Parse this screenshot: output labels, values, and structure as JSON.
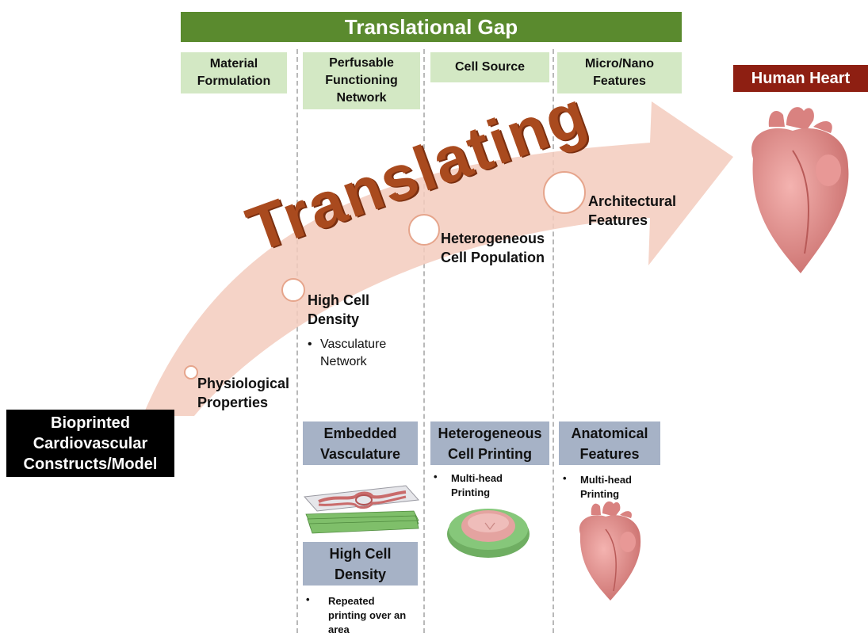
{
  "header": {
    "title": "Translational Gap"
  },
  "categories": [
    "Material Formulation",
    "Perfusable Functioning Network",
    "Cell Source",
    "Micro/Nano Features"
  ],
  "target_label": "Human Heart",
  "source_label": "Bioprinted Cardiovascular Constructs/Model",
  "arrow_word": "Translating",
  "milestones": [
    "Physiological Properties",
    "High Cell Density",
    "Heterogeneous Cell Population",
    "Architectural Features"
  ],
  "milestone_bullet": "Vasculature Network",
  "methods": [
    {
      "title": "Embedded Vasculature"
    },
    {
      "title": "High Cell Density",
      "bullet": "Repeated printing over an area"
    },
    {
      "title": "Heterogeneous Cell Printing",
      "bullet": "Multi-head Printing"
    },
    {
      "title": "Anatomical Features",
      "bullet": "Multi-head Printing"
    }
  ],
  "colors": {
    "banner": "#5a8a2e",
    "category_fill": "#d3e8c4",
    "method_fill": "#a6b2c6",
    "heart_label": "#8e1f12",
    "arrow": "#f3cbbd",
    "translating_text": "#a94a1e",
    "heart": "#e88f8d"
  }
}
